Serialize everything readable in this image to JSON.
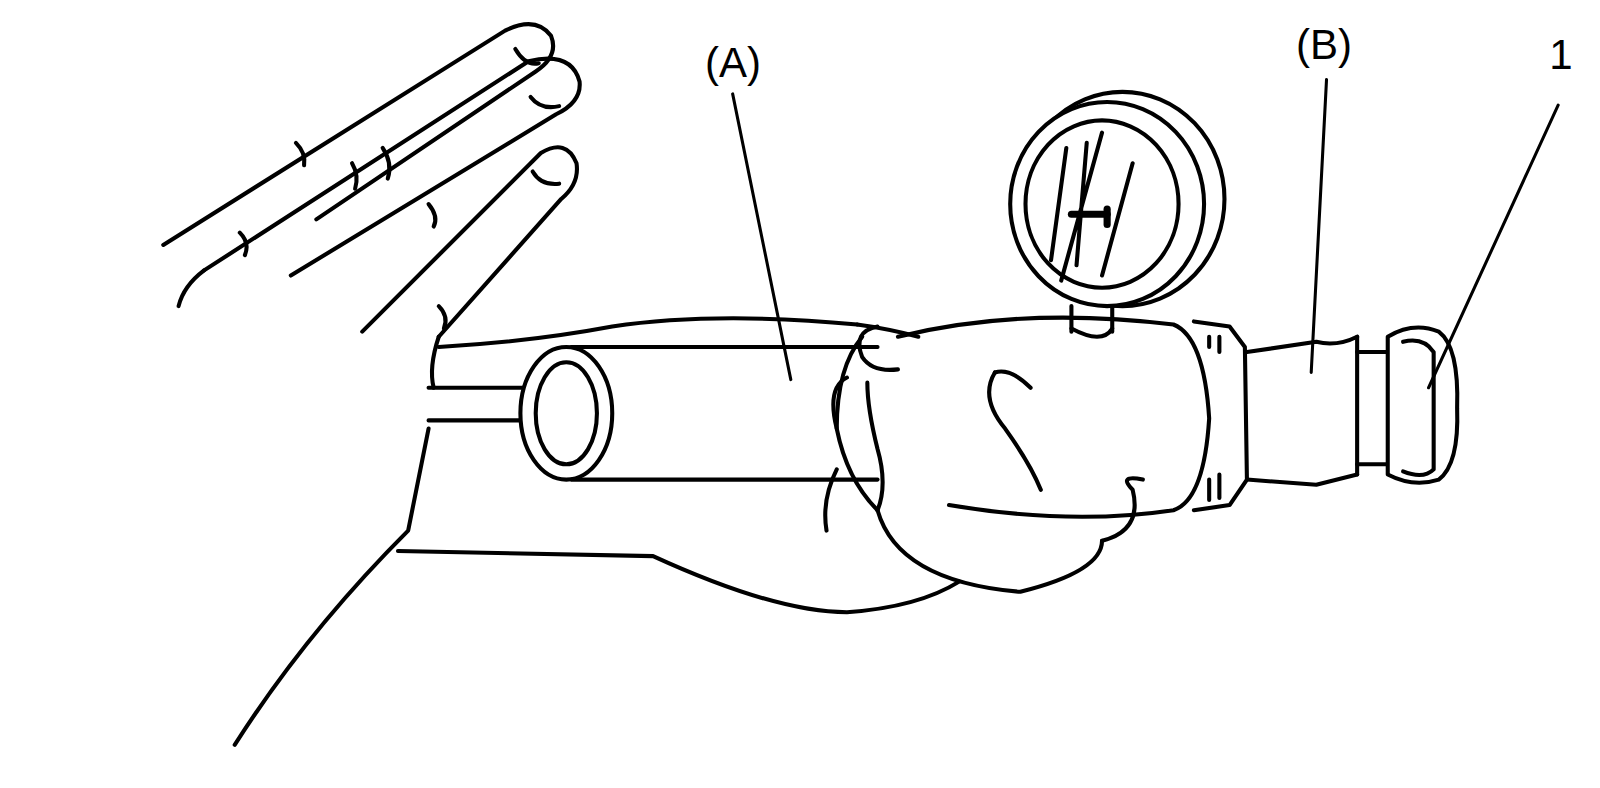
{
  "diagram": {
    "labels": [
      "(A)",
      "(B)",
      "1"
    ]
  }
}
